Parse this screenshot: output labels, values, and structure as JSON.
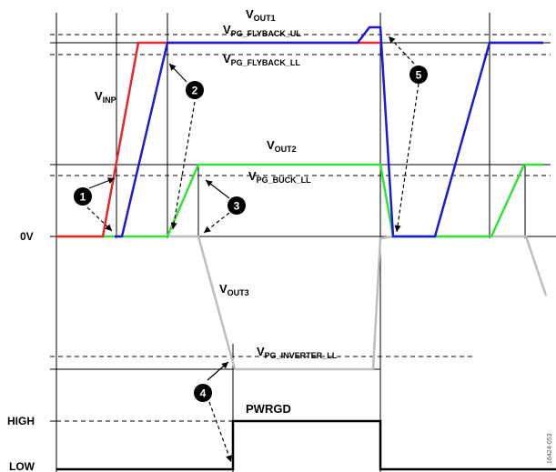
{
  "labels": {
    "vout1": {
      "main": "V",
      "sub": "OUT1"
    },
    "vpg_flyback_ul": {
      "main": "V",
      "sub": "PG_FLYBACK_UL"
    },
    "vpg_flyback_ll": {
      "main": "V",
      "sub": "PG_FLYBACK_LL"
    },
    "vinp": {
      "main": "V",
      "sub": "INP"
    },
    "vout2": {
      "main": "V",
      "sub": "OUT2"
    },
    "vpg_buck_ll": {
      "main": "V",
      "sub": "PG_BUCK_LL"
    },
    "vout3": {
      "main": "V",
      "sub": "OUT3"
    },
    "vpg_inverter_ll": {
      "main": "V",
      "sub": "PG_INVERTER_LL"
    },
    "zero_v": "0V",
    "pwrgd": "PWRGD",
    "high": "HIGH",
    "low": "LOW",
    "figure_id": "16424-053"
  },
  "badges": [
    "1",
    "2",
    "3",
    "4",
    "5"
  ],
  "colors": {
    "vinp": "#e8262b",
    "vout1": "#1b1bd6",
    "vout2": "#35e035",
    "vout3": "#bdbdbd",
    "axis": "#000000"
  }
}
